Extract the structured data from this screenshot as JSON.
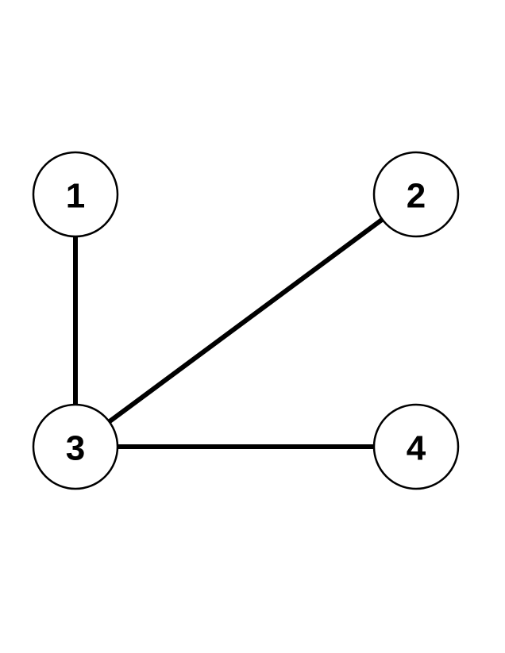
{
  "graph": {
    "nodes": [
      {
        "id": "1",
        "label": "1"
      },
      {
        "id": "2",
        "label": "2"
      },
      {
        "id": "3",
        "label": "3"
      },
      {
        "id": "4",
        "label": "4"
      }
    ],
    "edges": [
      {
        "from": "1",
        "to": "3"
      },
      {
        "from": "2",
        "to": "3"
      },
      {
        "from": "3",
        "to": "4"
      }
    ],
    "colors": {
      "background": "#ffffff",
      "stroke": "#000000",
      "node_fill": "#ffffff",
      "label": "#000000"
    }
  }
}
